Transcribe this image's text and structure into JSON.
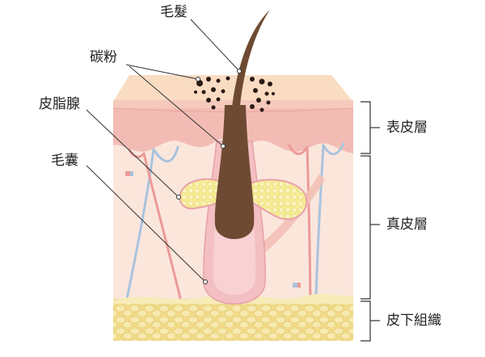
{
  "labels": {
    "hair": "毛髮",
    "carbon": "碳粉",
    "sebaceous_gland": "皮脂腺",
    "hair_follicle": "毛囊",
    "epidermis": "表皮層",
    "dermis": "真皮層",
    "subcutaneous": "皮下組織"
  },
  "colors": {
    "surface": "#f7d5b8",
    "epidermis": "#f2b9b0",
    "dermis": "#fbe5db",
    "fat": "#f4e6a4",
    "hair": "#6e4a33",
    "gland": "#f8f2a0",
    "follicle": "#f2b9bd",
    "vessel_blue": "#a9c3de",
    "vessel_red": "#ec9898",
    "leader": "#333333"
  }
}
